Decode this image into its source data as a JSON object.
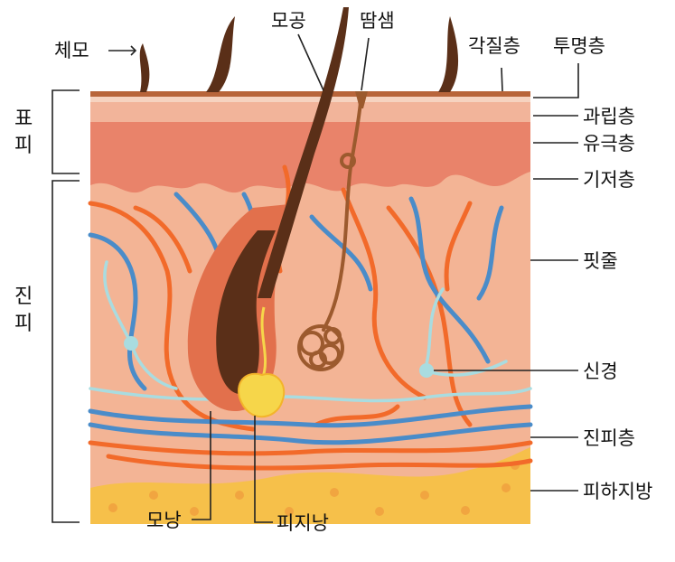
{
  "labels": {
    "hair": "체모",
    "pore": "모공",
    "sweat_gland": "땀샘",
    "stratum_corneum": "각질층",
    "stratum_lucidum": "투명층",
    "stratum_granulosum": "과립층",
    "stratum_spinosum": "유극층",
    "stratum_basale": "기저층",
    "blood_vessel": "핏줄",
    "nerve": "신경",
    "dermis_layer": "진피층",
    "subcutaneous_fat": "피하지방",
    "hair_follicle": "모낭",
    "sebaceous_gland": "피지낭"
  },
  "side_labels": {
    "epidermis": [
      "표",
      "피"
    ],
    "dermis": [
      "진",
      "피"
    ]
  },
  "colors": {
    "corneum": "#b8653a",
    "lucidum": "#f6d3c0",
    "granulosum": "#f2b49a",
    "spinosum": "#e9836a",
    "dermis": "#f3b495",
    "fat": "#f6c04a",
    "fat_dots": "#ef9a3c",
    "artery": "#f26a2a",
    "vein": "#4a8cc9",
    "nerve": "#a9dce0",
    "hair": "#5a2f18",
    "follicle": "#e2704c",
    "sweat": "#9c5a2e",
    "sebaceous": "#f6d64a"
  }
}
